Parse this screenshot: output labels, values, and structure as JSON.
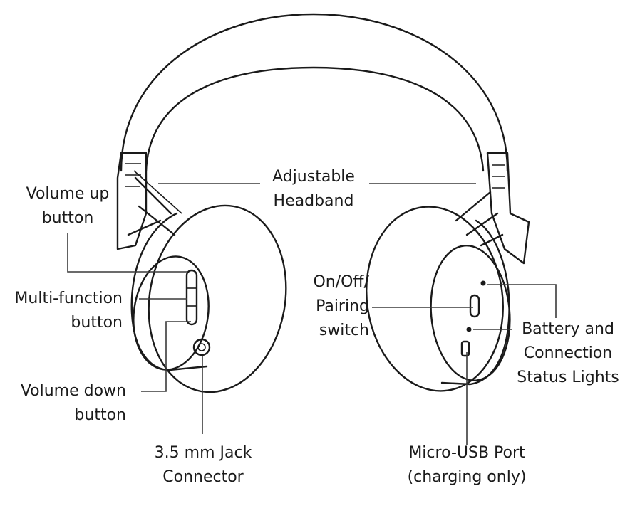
{
  "labels": {
    "headband": [
      "Adjustable",
      "Headband"
    ],
    "volume_up": [
      "Volume up",
      "button"
    ],
    "multi_function": [
      "Multi-function",
      "button"
    ],
    "volume_down": [
      "Volume down",
      "button"
    ],
    "jack": [
      "3.5 mm Jack",
      "Connector"
    ],
    "power_switch": [
      "On/Off/",
      "Pairing",
      "switch"
    ],
    "status_lights": [
      "Battery and",
      "Connection",
      "Status Lights"
    ],
    "usb_port": [
      "Micro-USB Port",
      "(charging only)"
    ]
  },
  "colors": {
    "ink": "#1a1a1a",
    "background": "#ffffff"
  }
}
